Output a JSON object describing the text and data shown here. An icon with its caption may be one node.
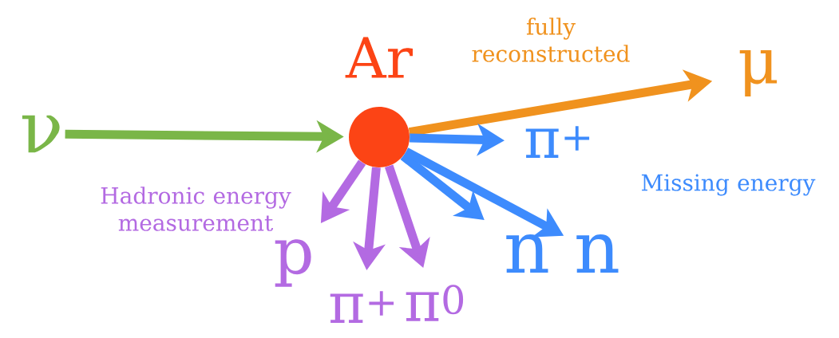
{
  "diagram": {
    "nodes": [
      {
        "text": [
          "ν"
        ]
      },
      {
        "text": [],
        "shape": "circle",
        "beside": [
          "Ar"
        ]
      },
      {
        "text": [
          "μ"
        ]
      },
      {
        "text": [
          "π$^{+}$"
        ]
      },
      {
        "text": [
          "n"
        ]
      },
      {
        "text": [
          "n"
        ]
      },
      {
        "text": [
          "p"
        ]
      },
      {
        "text": [
          "π$^{+}$"
        ]
      },
      {
        "text": [
          "π$^{0}$"
        ]
      }
    ],
    "edges": [
      {
        "from": 0,
        "to": 1,
        "arrow": "to",
        "color": "#7ab648"
      },
      {
        "from": 1,
        "to": 2,
        "arrow": "to",
        "color": "#f0921e",
        "label": "fully reconstructed"
      },
      {
        "from": 1,
        "to": 3,
        "arrow": "to",
        "color": "#3d8bfd"
      },
      {
        "from": 1,
        "to": 4,
        "arrow": "to",
        "color": "#3d8bfd"
      },
      {
        "from": 1,
        "to": 5,
        "arrow": "to",
        "color": "#3d8bfd"
      },
      {
        "from": 1,
        "to": 6,
        "arrow": "to",
        "color": "#b36ae2"
      },
      {
        "from": 1,
        "to": 7,
        "arrow": "to",
        "color": "#b36ae2"
      },
      {
        "from": 1,
        "to": 8,
        "arrow": "to",
        "color": "#b36ae2"
      }
    ],
    "labels": [
      "Hadronic energy measurement",
      "Missing energy"
    ]
  }
}
